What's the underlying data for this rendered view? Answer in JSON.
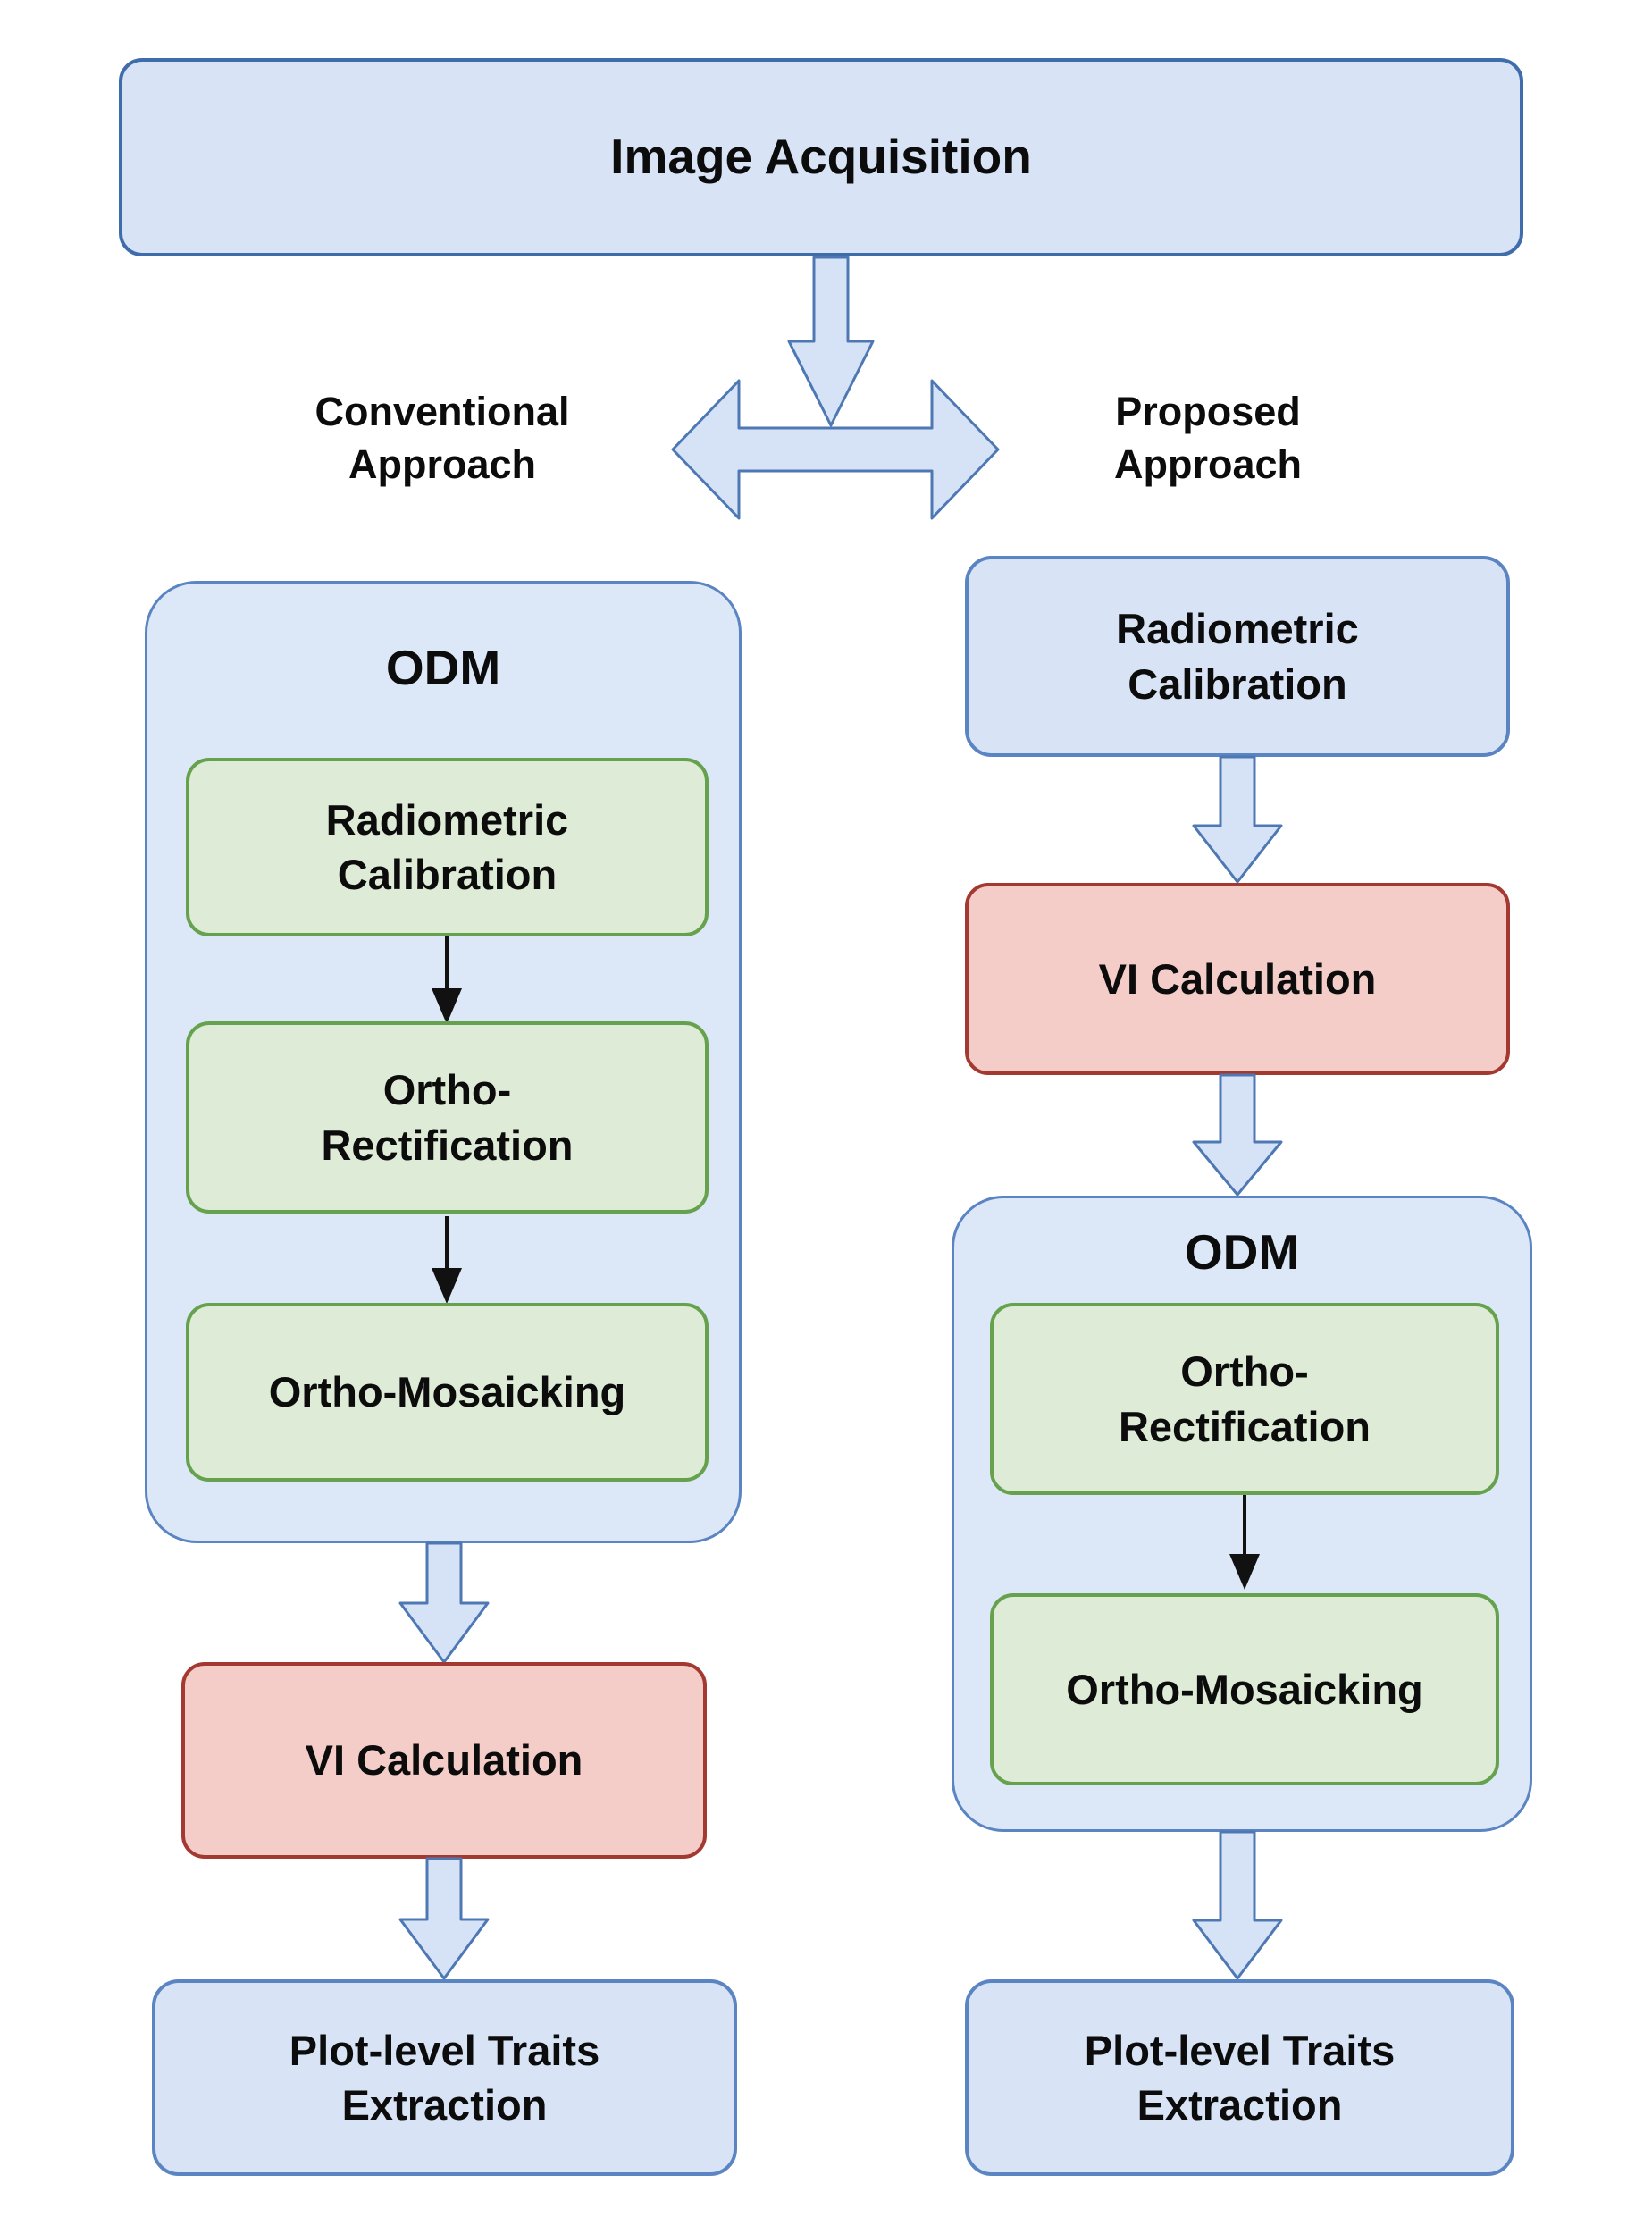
{
  "colors": {
    "blue_fill": "#d8e4f6",
    "blue_border": "#3f6dab",
    "container_fill": "#dce8f8",
    "container_border": "#5a84c2",
    "green_fill": "#deebd6",
    "green_border": "#66a24e",
    "red_fill": "#f5cdc8",
    "red_border": "#a33931",
    "arrow_fill": "#d6e3f6",
    "arrow_border": "#4d78b4",
    "text": "#0c0c0c"
  },
  "header": {
    "image_acquisition": "Image Acquisition"
  },
  "branch_labels": {
    "left": "Conventional\nApproach",
    "right": "Proposed\nApproach"
  },
  "conventional": {
    "odm_title": "ODM",
    "steps": [
      "Radiometric\nCalibration",
      "Ortho-\nRectification",
      "Ortho-Mosaicking"
    ],
    "vi_step": "VI Calculation",
    "output_step": "Plot-level Traits\nExtraction"
  },
  "proposed": {
    "radiometric_step": "Radiometric\nCalibration",
    "vi_step": "VI Calculation",
    "odm_title": "ODM",
    "steps": [
      "Ortho-\nRectification",
      "Ortho-Mosaicking"
    ],
    "output_step": "Plot-level Traits\nExtraction"
  }
}
